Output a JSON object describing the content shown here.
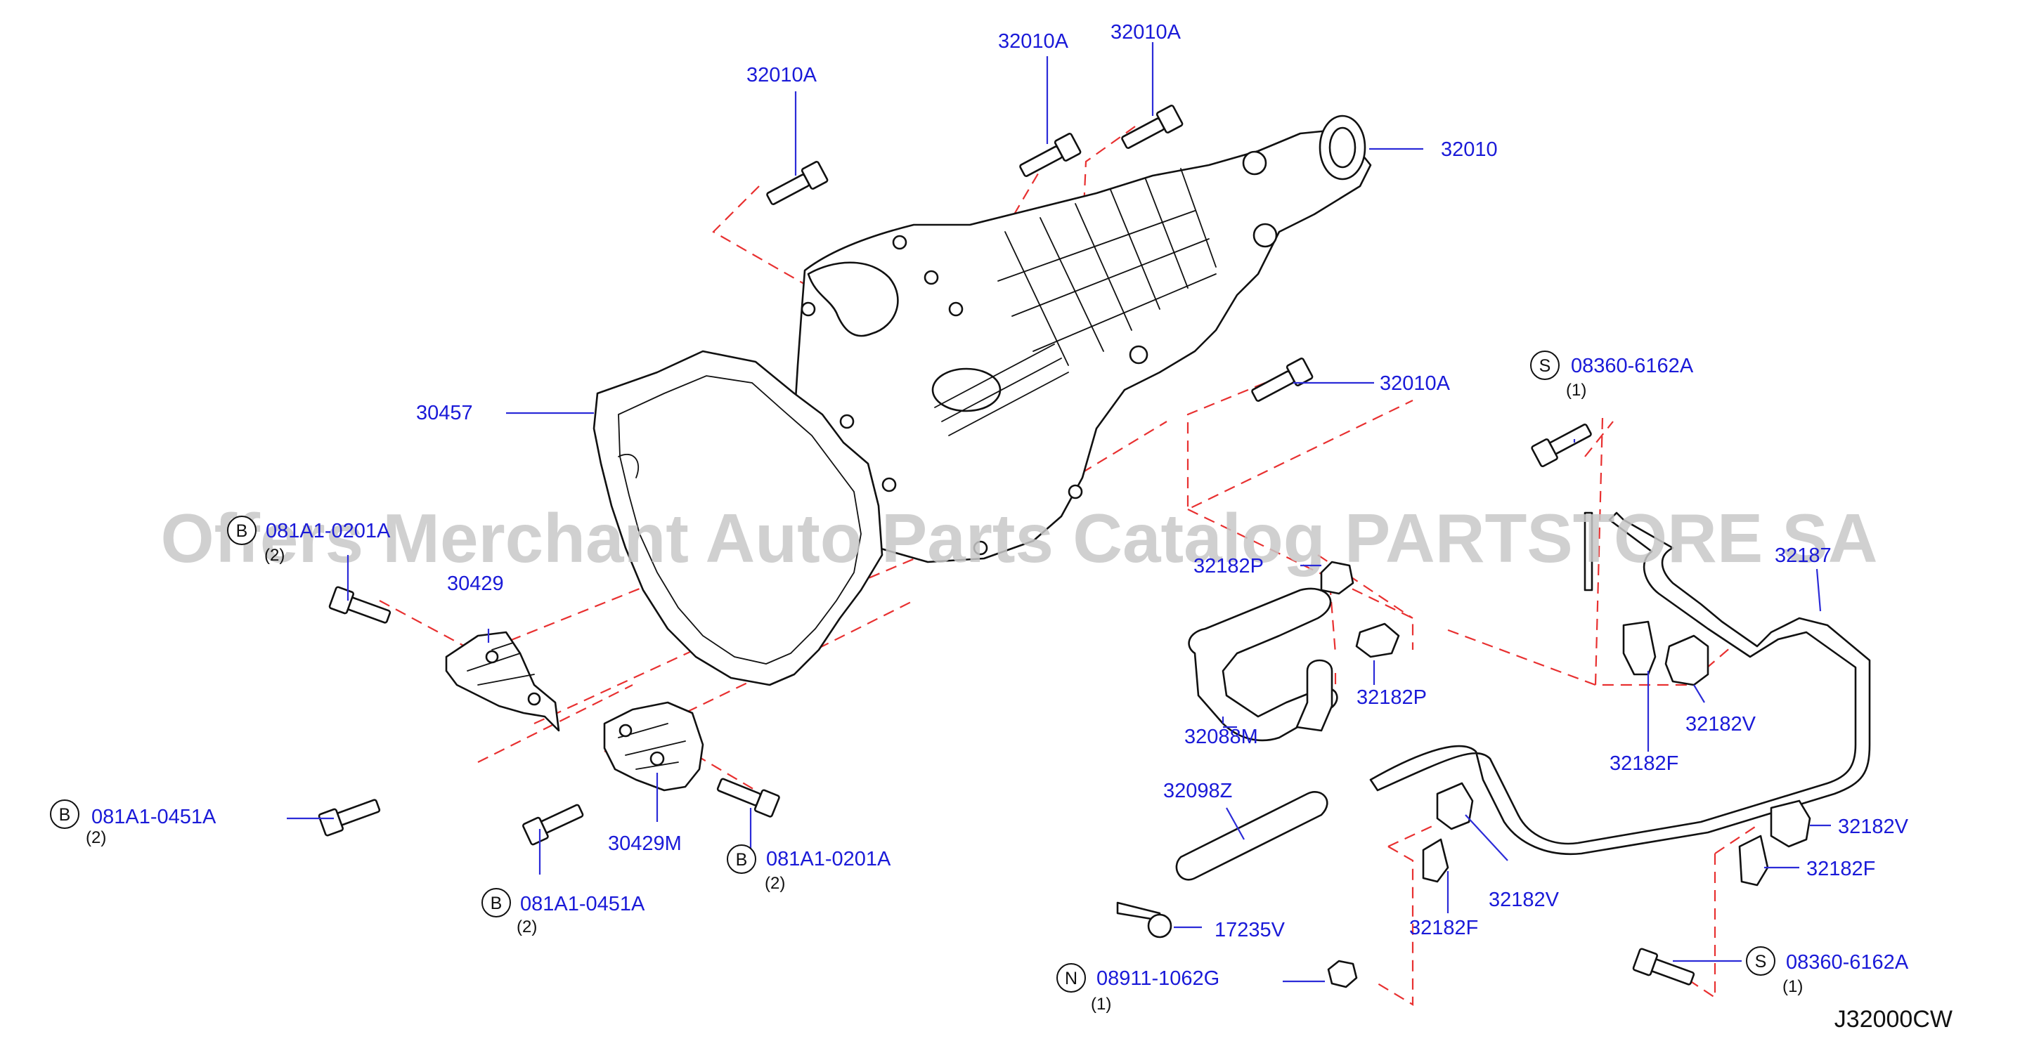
{
  "diagram_code": "J32000CW",
  "watermark": "Offers Merchant Auto Parts Catalog PARTSTORE SA",
  "callouts": [
    {
      "id": "32010a_1",
      "label": "32010A"
    },
    {
      "id": "32010a_2",
      "label": "32010A"
    },
    {
      "id": "32010a_3",
      "label": "32010A"
    },
    {
      "id": "32010",
      "label": "32010"
    },
    {
      "id": "32010a_4",
      "label": "32010A"
    },
    {
      "id": "30457",
      "label": "30457"
    },
    {
      "id": "30429",
      "label": "30429"
    },
    {
      "id": "b_081a1_0201a_top",
      "letter": "B",
      "label": "081A1-0201A",
      "qty": "(2)"
    },
    {
      "id": "b_081a1_0451a_left",
      "letter": "B",
      "label": "081A1-0451A",
      "qty": "(2)"
    },
    {
      "id": "b_081a1_0451a_mid",
      "letter": "B",
      "label": "081A1-0451A",
      "qty": "(2)"
    },
    {
      "id": "30429m",
      "label": "30429M"
    },
    {
      "id": "b_081a1_0201a_bot",
      "letter": "B",
      "label": "081A1-0201A",
      "qty": "(2)"
    },
    {
      "id": "32182p_top",
      "label": "32182P"
    },
    {
      "id": "32182p_bot",
      "label": "32182P"
    },
    {
      "id": "32088m",
      "label": "32088M"
    },
    {
      "id": "32098z",
      "label": "32098Z"
    },
    {
      "id": "17235v",
      "label": "17235V"
    },
    {
      "id": "n_08911_1062g",
      "letter": "N",
      "label": "08911-1062G",
      "qty": "(1)"
    },
    {
      "id": "s_08360_6162a_top",
      "letter": "S",
      "label": "08360-6162A",
      "qty": "(1)"
    },
    {
      "id": "32187",
      "label": "32187"
    },
    {
      "id": "32182f_top",
      "label": "32182F"
    },
    {
      "id": "32182v_top",
      "label": "32182V"
    },
    {
      "id": "32182v_right",
      "label": "32182V"
    },
    {
      "id": "32182f_right",
      "label": "32182F"
    },
    {
      "id": "32182v_mid",
      "label": "32182V"
    },
    {
      "id": "32182f_mid",
      "label": "32182F"
    },
    {
      "id": "s_08360_6162a_bot",
      "letter": "S",
      "label": "08360-6162A",
      "qty": "(1)"
    }
  ]
}
